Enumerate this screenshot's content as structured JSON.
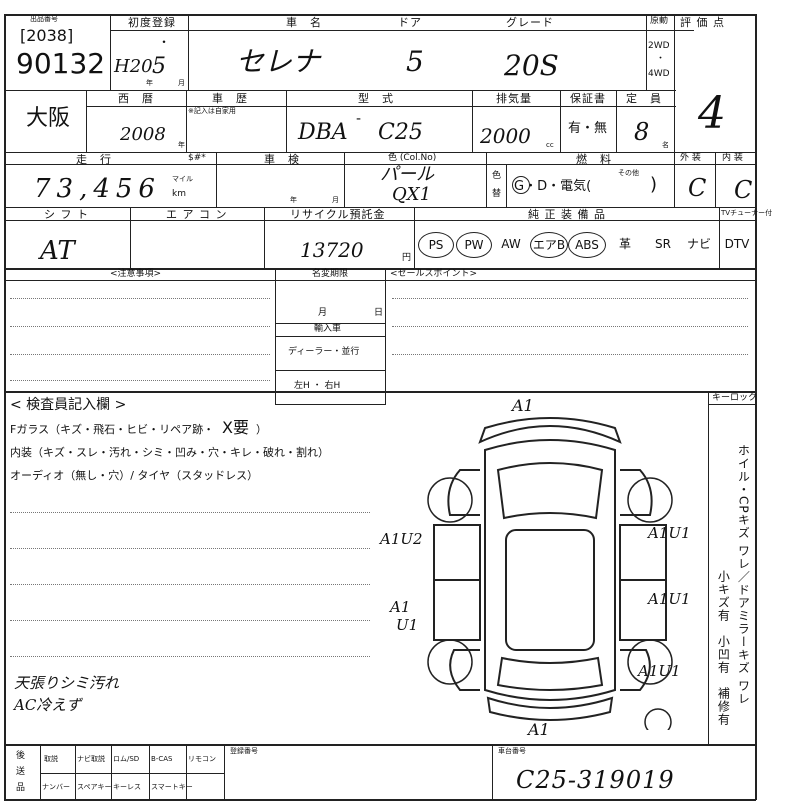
{
  "top": {
    "lot_label": "出品番号",
    "lot_code": "[2038]",
    "lot_number": "90132",
    "first_reg_label": "初度登録",
    "first_reg_era": "H20",
    "first_reg_month": "5",
    "first_reg_dot": "・",
    "year_unit": "年",
    "month_unit": "月",
    "car_name_label": "車　名",
    "car_name": "セレナ",
    "door_label": "ドア",
    "doors": "5",
    "grade_label": "グレード",
    "grade": "20S",
    "drive_label": "原動",
    "drive_2wd": "2WD",
    "drive_dot": "・",
    "drive_4wd": "4WD",
    "score_label": "評 価 点",
    "score": "4"
  },
  "row2": {
    "location": "大阪",
    "year_label": "西　暦",
    "year": "2008",
    "year_unit": "年",
    "history_label": "車　歴",
    "history_note": "※記入は自家用",
    "model_label": "型　式",
    "model_prefix": "DBA",
    "model_dash": "-",
    "model_code": "C25",
    "disp_label": "排気量",
    "displacement": "2000",
    "disp_unit": "cc",
    "warranty_label": "保証書",
    "warranty_value": "有・無",
    "capacity_label": "定　員",
    "capacity": "8",
    "capacity_unit": "名"
  },
  "row3": {
    "mileage_label": "走　行",
    "mileage_flag_label": "$#*",
    "mileage": "73,456",
    "mile_unit": "マイル",
    "km_unit": "km",
    "inspection_label": "車　検",
    "insp_year_unit": "年",
    "insp_month_unit": "月",
    "color_label": "色 (Col.No)",
    "color": "パール",
    "color_code": "QX1",
    "repaint_label_1": "色",
    "repaint_label_2": "替",
    "fuel_label": "燃　料",
    "fuel_value": "G・D・電気(",
    "fuel_other": "その他",
    "fuel_close": ")",
    "exterior_label": "外 装",
    "exterior": "C",
    "interior_label": "内 装",
    "interior": "C"
  },
  "row4": {
    "shift_label": "シ フ ト",
    "shift": "AT",
    "ac_label": "エ ア コ ン",
    "recycle_label": "リサイクル預託金",
    "recycle_amount": "13720",
    "recycle_unit": "円",
    "equip_label": "純 正 装 備 品",
    "tuner_label": "TVチューナー付",
    "equipment": [
      {
        "label": "PS",
        "circled": true
      },
      {
        "label": "PW",
        "circled": true
      },
      {
        "label": "AW",
        "circled": false
      },
      {
        "label": "エアB",
        "circled": true
      },
      {
        "label": "ABS",
        "circled": true
      },
      {
        "label": "革",
        "circled": false
      },
      {
        "label": "SR",
        "circled": false
      },
      {
        "label": "ナビ",
        "circled": false
      },
      {
        "label": "DTV",
        "circled": false
      }
    ]
  },
  "notes": {
    "caution_label": "<注意事項>",
    "name_change_label": "名変期限",
    "nc_month": "月",
    "nc_day": "日",
    "import_label": "輸入車",
    "dealer": "ディーラー・並行",
    "steering": "左H ・ 右H",
    "sales_label": "<セールスポイント>"
  },
  "inspector": {
    "title": "< 検査員記入欄 >",
    "line1": "Fガラス（キズ・飛石・ヒビ・リペア跡・",
    "line1_mark": "X要",
    "line1_close": "）",
    "line2": "内装（キズ・スレ・汚れ・シミ・凹み・穴・キレ・破れ・割れ）",
    "line3": "オーディオ（無し・穴）/ タイヤ（スタッドレス）",
    "hand_note_1": "天張りシミ汚れ",
    "hand_note_2": "AC冷えず",
    "keylock_label": "キーロック",
    "side_note_1": "ホイル・CPキズ ワレ／ドアミラーキズ ワレ",
    "side_note_2": "小キズ有　小凹有　補修有"
  },
  "diagram_marks": {
    "front": "A1",
    "rear": "A1",
    "left_front": "A1U2",
    "left_rear_1": "A1",
    "left_rear_2": "U1",
    "right_front": "A1U1",
    "right_mid": "A1U1",
    "right_rear": "A1U1"
  },
  "bottom": {
    "post_label_1": "後",
    "post_label_2": "送",
    "post_label_3": "品",
    "items_row1": [
      "取説",
      "ナビ取説",
      "ロム/SD",
      "B-CAS",
      "リモコン"
    ],
    "items_row2": [
      "ナンバー",
      "スペアキー",
      "キーレス",
      "スマートキー"
    ],
    "reg_no_label": "登録番号",
    "chassis_label": "車台番号",
    "chassis_number": "C25-319019"
  }
}
